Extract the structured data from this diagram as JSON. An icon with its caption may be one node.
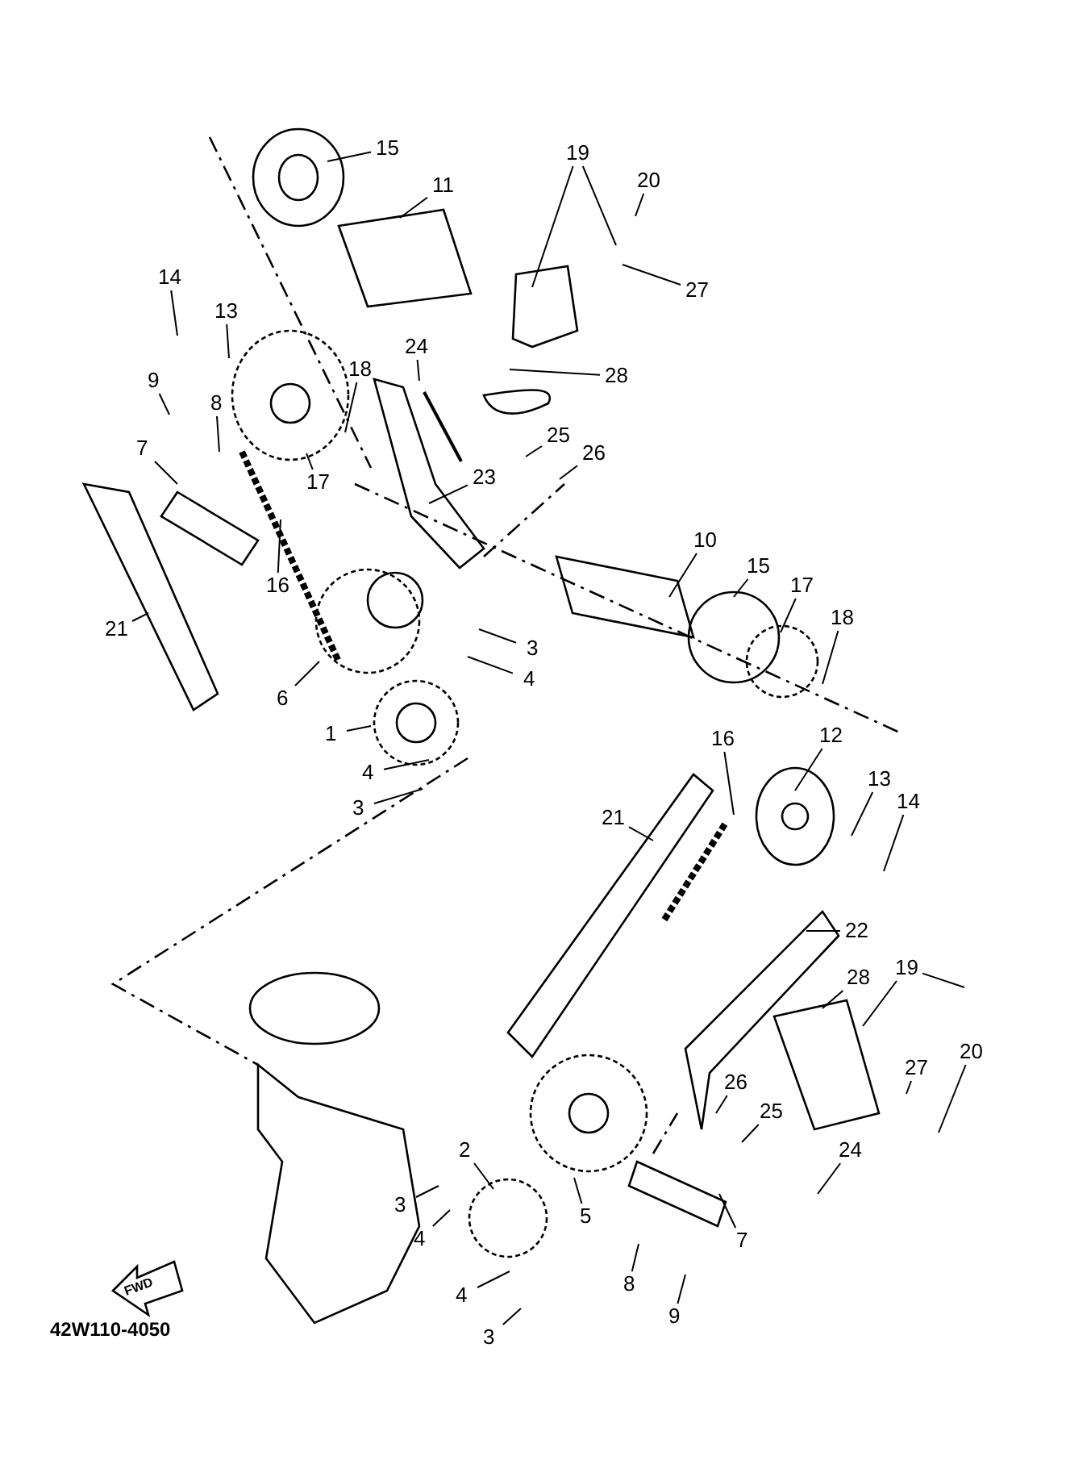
{
  "diagram": {
    "nodes": [
      {
        "text": [
          "15"
        ]
      },
      {
        "text": [
          "19"
        ]
      },
      {
        "text": [
          "11"
        ]
      },
      {
        "text": [
          "20"
        ]
      },
      {
        "text": [
          "27"
        ]
      },
      {
        "text": [
          "14"
        ]
      },
      {
        "text": [
          "13"
        ]
      },
      {
        "text": [
          "28"
        ]
      },
      {
        "text": [
          "24"
        ]
      },
      {
        "text": [
          "18"
        ]
      },
      {
        "text": [
          "9"
        ]
      },
      {
        "text": [
          "8"
        ]
      },
      {
        "text": [
          "25"
        ]
      },
      {
        "text": [
          "26"
        ]
      },
      {
        "text": [
          "7"
        ]
      },
      {
        "text": [
          "17"
        ]
      },
      {
        "text": [
          "23"
        ]
      },
      {
        "text": [
          "16"
        ]
      },
      {
        "text": [
          "21"
        ]
      },
      {
        "text": [
          "10"
        ]
      },
      {
        "text": [
          "15"
        ]
      },
      {
        "text": [
          "17"
        ]
      },
      {
        "text": [
          "18"
        ]
      },
      {
        "text": [
          "3"
        ]
      },
      {
        "text": [
          "4"
        ]
      },
      {
        "text": [
          "6"
        ]
      },
      {
        "text": [
          "1"
        ]
      },
      {
        "text": [
          "4"
        ]
      },
      {
        "text": [
          "3"
        ]
      },
      {
        "text": [
          "16"
        ]
      },
      {
        "text": [
          "12"
        ]
      },
      {
        "text": [
          "21"
        ]
      },
      {
        "text": [
          "13"
        ]
      },
      {
        "text": [
          "14"
        ]
      },
      {
        "text": [
          "22"
        ]
      },
      {
        "text": [
          "19"
        ]
      },
      {
        "text": [
          "28"
        ]
      },
      {
        "text": [
          "20"
        ]
      },
      {
        "text": [
          "27"
        ]
      },
      {
        "text": [
          "26"
        ]
      },
      {
        "text": [
          "25"
        ]
      },
      {
        "text": [
          "24"
        ]
      },
      {
        "text": [
          "2"
        ]
      },
      {
        "text": [
          "3"
        ]
      },
      {
        "text": [
          "5"
        ]
      },
      {
        "text": [
          "4"
        ]
      },
      {
        "text": [
          "7"
        ]
      },
      {
        "text": [
          "8"
        ]
      },
      {
        "text": [
          "4"
        ]
      },
      {
        "text": [
          "9"
        ]
      },
      {
        "text": [
          "3"
        ]
      }
    ],
    "edges": [
      {
        "from": 0,
        "to": null,
        "arrow": "none"
      },
      {
        "from": 1,
        "to": null,
        "arrow": "none"
      },
      {
        "from": 1,
        "to": null,
        "arrow": "none"
      },
      {
        "from": 2,
        "to": null,
        "arrow": "none"
      },
      {
        "from": 3,
        "to": null,
        "arrow": "none"
      },
      {
        "from": 4,
        "to": null,
        "arrow": "none"
      },
      {
        "from": 5,
        "to": null,
        "arrow": "none"
      },
      {
        "from": 6,
        "to": null,
        "arrow": "none"
      },
      {
        "from": 7,
        "to": null,
        "arrow": "none"
      },
      {
        "from": 8,
        "to": null,
        "arrow": "none"
      },
      {
        "from": 9,
        "to": null,
        "arrow": "none"
      },
      {
        "from": 10,
        "to": null,
        "arrow": "none"
      },
      {
        "from": 11,
        "to": null,
        "arrow": "none"
      },
      {
        "from": 12,
        "to": null,
        "arrow": "none"
      },
      {
        "from": 13,
        "to": null,
        "arrow": "none"
      },
      {
        "from": 14,
        "to": null,
        "arrow": "none"
      },
      {
        "from": 15,
        "to": null,
        "arrow": "none"
      },
      {
        "from": 16,
        "to": null,
        "arrow": "none"
      },
      {
        "from": 17,
        "to": null,
        "arrow": "none"
      },
      {
        "from": 18,
        "to": null,
        "arrow": "none"
      },
      {
        "from": 19,
        "to": null,
        "arrow": "none"
      },
      {
        "from": 20,
        "to": null,
        "arrow": "none"
      },
      {
        "from": 21,
        "to": null,
        "arrow": "none"
      },
      {
        "from": 22,
        "to": null,
        "arrow": "none"
      },
      {
        "from": 23,
        "to": null,
        "arrow": "none"
      },
      {
        "from": 24,
        "to": null,
        "arrow": "none"
      },
      {
        "from": 25,
        "to": null,
        "arrow": "none"
      },
      {
        "from": 26,
        "to": null,
        "arrow": "none"
      },
      {
        "from": 27,
        "to": null,
        "arrow": "none"
      },
      {
        "from": 28,
        "to": null,
        "arrow": "none"
      },
      {
        "from": 29,
        "to": null,
        "arrow": "none"
      },
      {
        "from": 30,
        "to": null,
        "arrow": "none"
      },
      {
        "from": 31,
        "to": null,
        "arrow": "none"
      },
      {
        "from": 32,
        "to": null,
        "arrow": "none"
      },
      {
        "from": 33,
        "to": null,
        "arrow": "none"
      },
      {
        "from": 34,
        "to": null,
        "arrow": "none"
      },
      {
        "from": 35,
        "to": null,
        "arrow": "none"
      },
      {
        "from": 35,
        "to": null,
        "arrow": "none"
      },
      {
        "from": 36,
        "to": null,
        "arrow": "none"
      },
      {
        "from": 37,
        "to": null,
        "arrow": "none"
      },
      {
        "from": 38,
        "to": null,
        "arrow": "none"
      },
      {
        "from": 39,
        "to": null,
        "arrow": "none"
      },
      {
        "from": 40,
        "to": null,
        "arrow": "none"
      },
      {
        "from": 41,
        "to": null,
        "arrow": "none"
      },
      {
        "from": 42,
        "to": null,
        "arrow": "none"
      },
      {
        "from": 43,
        "to": null,
        "arrow": "none"
      },
      {
        "from": 44,
        "to": null,
        "arrow": "none"
      },
      {
        "from": 45,
        "to": null,
        "arrow": "none"
      },
      {
        "from": 46,
        "to": null,
        "arrow": "none"
      },
      {
        "from": 47,
        "to": null,
        "arrow": "none"
      },
      {
        "from": 48,
        "to": null,
        "arrow": "none"
      },
      {
        "from": 49,
        "to": null,
        "arrow": "none"
      },
      {
        "from": 50,
        "to": null,
        "arrow": "none"
      }
    ],
    "labels": [
      "FWD",
      "42W110-4050"
    ]
  }
}
